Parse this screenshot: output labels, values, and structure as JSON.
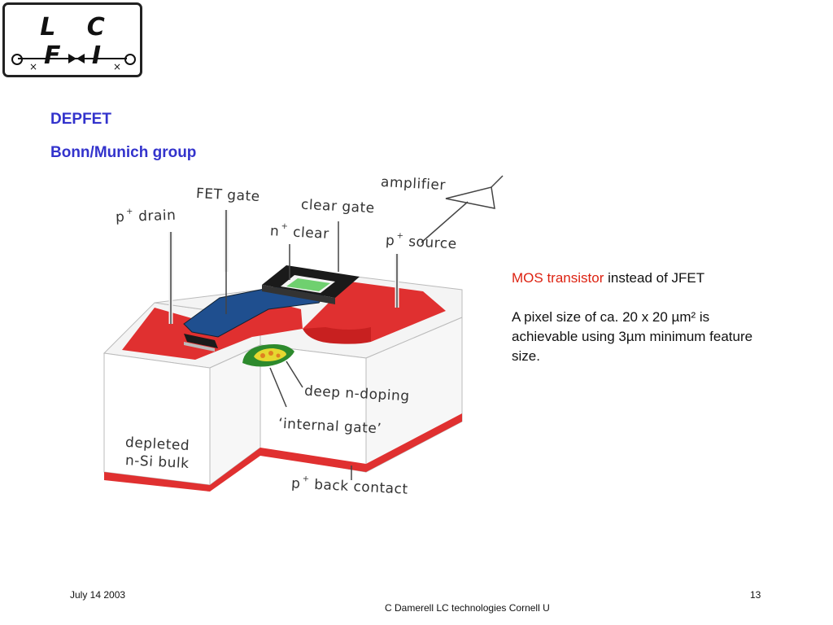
{
  "logo": {
    "text": "L C F I"
  },
  "header": {
    "title": "DEPFET",
    "subtitle": "Bonn/Munich group"
  },
  "diagram": {
    "labels": {
      "drain_sup": "+",
      "drain_text": "drain",
      "drain_p": "p",
      "fet_gate": "FET gate",
      "clear_gate": "clear gate",
      "clear_n": "n",
      "clear_sup": "+",
      "clear_text": "clear",
      "source_p": "p",
      "source_sup": "+",
      "source_text": "source",
      "amplifier": "amplifier",
      "deep_n_doping": "deep n-doping",
      "internal_gate": "‘internal gate’",
      "depleted_line1": "depleted",
      "depleted_line2": "n-Si bulk",
      "back_p": "p",
      "back_sup": "+",
      "back_text": "back contact"
    }
  },
  "content": {
    "line1_highlight": "MOS transistor",
    "line1_rest": " instead of  JFET",
    "paragraph": "A pixel size of ca. 20 x 20 µm² is achievable using 3µm minimum feature size."
  },
  "footer": {
    "date": "July 14 2003",
    "author": "C Damerell LC technologies Cornell U",
    "page": "13"
  },
  "colors": {
    "heading": "#3333cc",
    "highlight": "#dd2211",
    "implant_red": "#e03030",
    "gate_blue": "#1f4f8f",
    "clear_black": "#1a1a1a",
    "deep_n_green": "#2d8a2d"
  }
}
